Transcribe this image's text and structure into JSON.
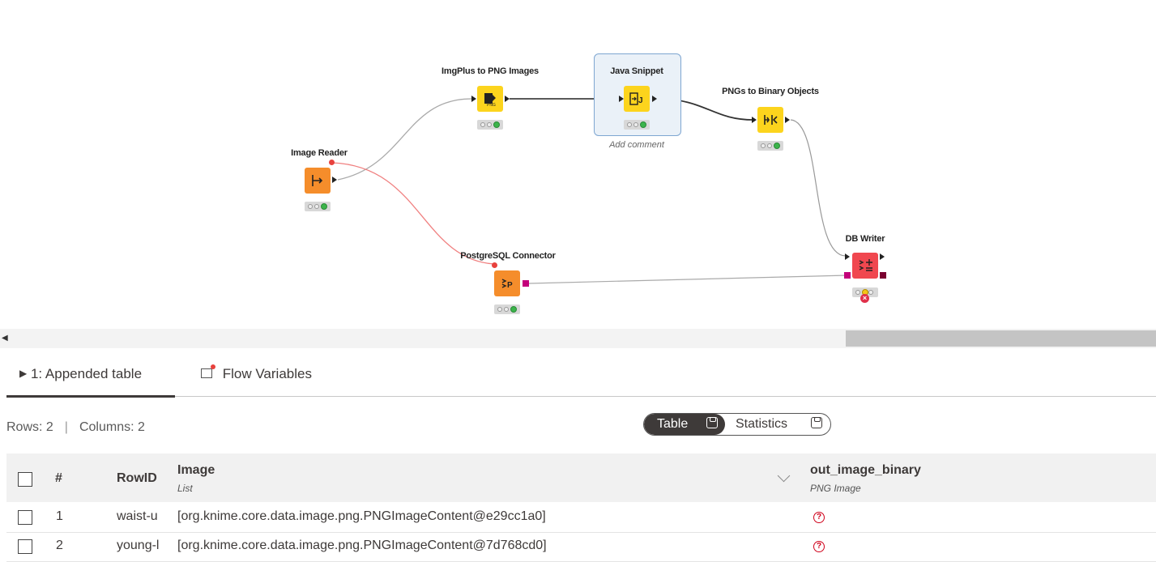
{
  "workflow": {
    "nodes": {
      "image_reader": {
        "label": "Image Reader",
        "color": "#f58d2b"
      },
      "imgplus_to_png": {
        "label": "ImgPlus to PNG Images",
        "color": "#fcd41d"
      },
      "java_snippet": {
        "label": "Java Snippet",
        "color": "#fcd41d",
        "comment": "Add comment"
      },
      "pngs_to_binary": {
        "label": "PNGs to Binary Objects",
        "color": "#fcd41d"
      },
      "postgresql_connector": {
        "label": "PostgreSQL Connector",
        "color": "#f58d2b"
      },
      "db_writer": {
        "label": "DB Writer",
        "color": "#f0474f"
      }
    }
  },
  "output_panel": {
    "tabs": [
      {
        "label": "1: Appended table",
        "icon": "play-triangle-icon",
        "active": true
      },
      {
        "label": "Flow Variables",
        "icon": "flow-variable-icon",
        "active": false
      }
    ],
    "rows_label": "Rows: 2",
    "columns_label": "Columns: 2",
    "view_switch": {
      "table": "Table",
      "statistics": "Statistics",
      "active": "Table"
    },
    "table": {
      "headers": {
        "index": "#",
        "rowid": "RowID",
        "image": {
          "name": "Image",
          "type": "List"
        },
        "out": {
          "name": "out_image_binary",
          "type": "PNG Image"
        }
      },
      "rows": [
        {
          "index": "1",
          "rowid": "waist-u",
          "image": "[org.knime.core.data.image.png.PNGImageContent@e29cc1a0]",
          "out_icon": "missing-value-icon"
        },
        {
          "index": "2",
          "rowid": "young-l",
          "image": "[org.knime.core.data.image.png.PNGImageContent@7d768cd0]",
          "out_icon": "missing-value-icon"
        }
      ]
    }
  }
}
